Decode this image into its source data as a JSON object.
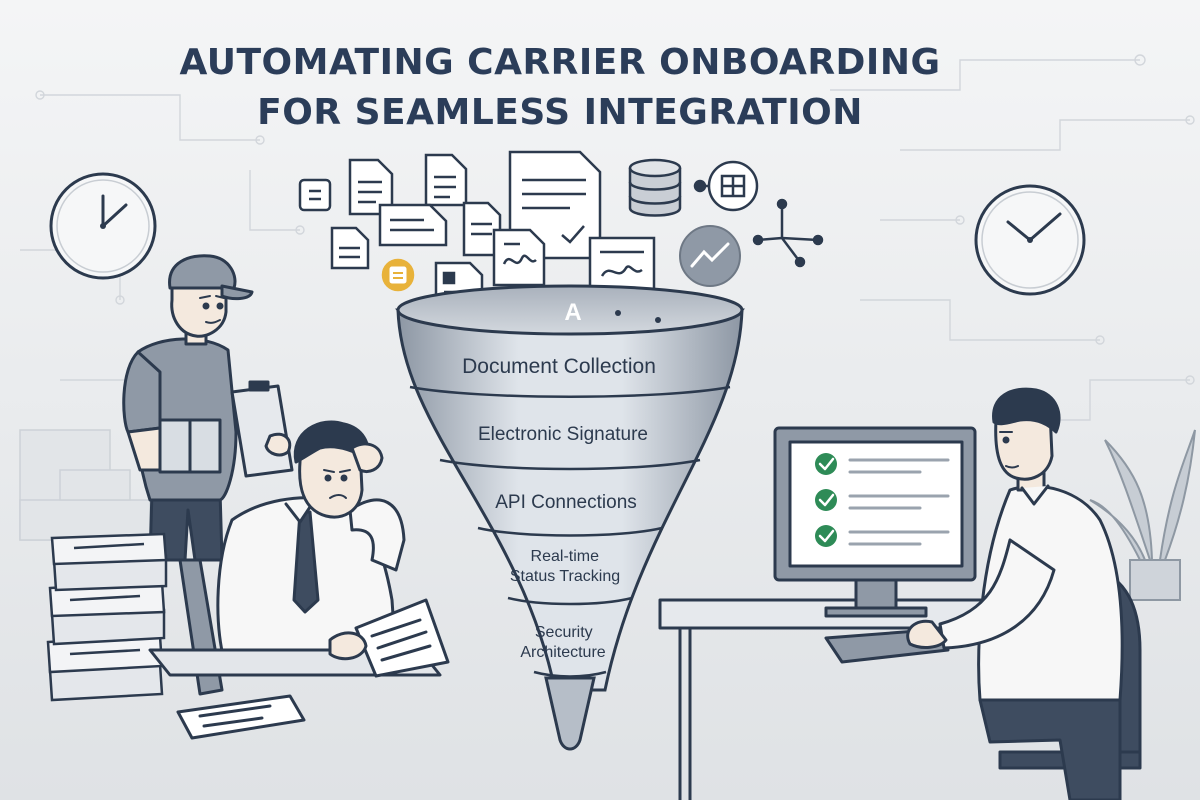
{
  "title": {
    "line1": "AUTOMATING CARRIER ONBOARDING",
    "line2": "FOR SEAMLESS INTEGRATION"
  },
  "funnel": {
    "top_letter": "A",
    "stages": [
      {
        "line1": "Document Collection",
        "line2": ""
      },
      {
        "line1": "Electronic Signature",
        "line2": ""
      },
      {
        "line1": "API Connections",
        "line2": ""
      },
      {
        "line1": "Real-time",
        "line2": "Status Tracking"
      },
      {
        "line1": "Security",
        "line2": "Architecture"
      }
    ]
  },
  "colors": {
    "ink": "#2c3a4e",
    "title": "#2b3d59",
    "check": "#2e8b57",
    "accent_yellow": "#e8b23a",
    "funnel_light": "#dfe4ea",
    "funnel_dark": "#8d97a4",
    "background": "#eeeff0"
  }
}
